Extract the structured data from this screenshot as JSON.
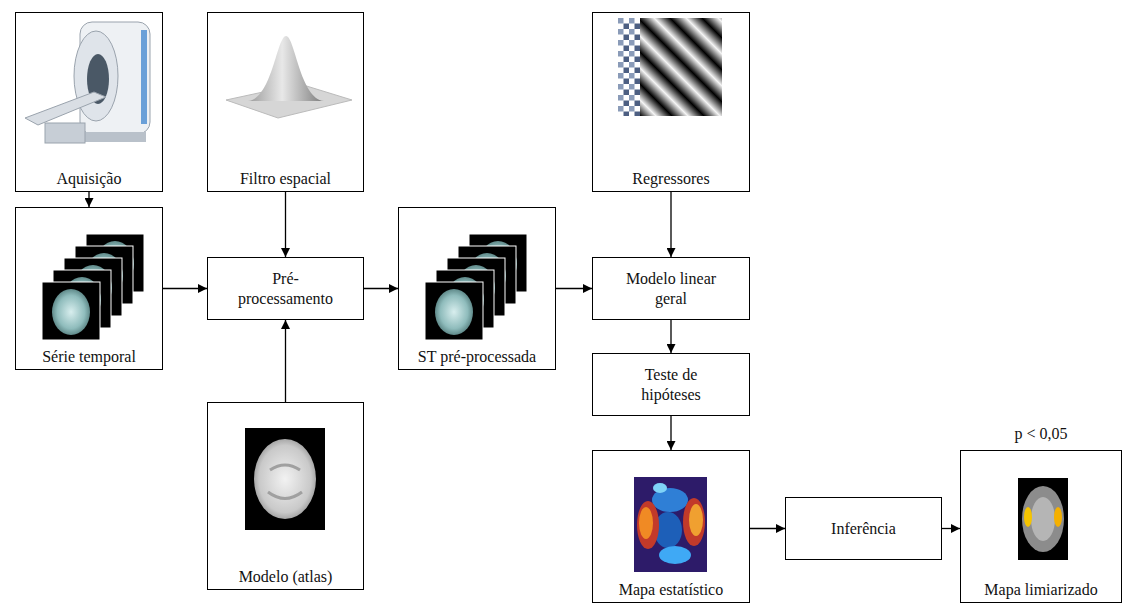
{
  "diagram": {
    "nodes": [
      {
        "text": [
          "Aquisição"
        ]
      },
      {
        "text": [
          "Filtro espacial"
        ]
      },
      {
        "text": [
          "Regressores"
        ]
      },
      {
        "text": [
          "Série temporal"
        ]
      },
      {
        "text": [
          "Pré- processamento"
        ]
      },
      {
        "text": [
          "ST pré-processada"
        ]
      },
      {
        "text": [
          "Modelo linear geral"
        ]
      },
      {
        "text": [
          "Teste de hipóteses"
        ]
      },
      {
        "text": [
          "Modelo (atlas)"
        ]
      },
      {
        "text": [
          "Mapa estatístico"
        ]
      },
      {
        "text": [
          "Inferência"
        ]
      },
      {
        "text": [
          "p < 0,05",
          "Mapa limiarizado"
        ]
      }
    ],
    "edges": [
      {
        "from": 0,
        "to": 3,
        "arrow": "to"
      },
      {
        "from": 3,
        "to": 4,
        "arrow": "to"
      },
      {
        "from": 1,
        "to": 4,
        "arrow": "to"
      },
      {
        "from": 8,
        "to": 4,
        "arrow": "to"
      },
      {
        "from": 4,
        "to": 5,
        "arrow": "to"
      },
      {
        "from": 5,
        "to": 6,
        "arrow": "to"
      },
      {
        "from": 2,
        "to": 6,
        "arrow": "to"
      },
      {
        "from": 6,
        "to": 7,
        "arrow": "to"
      },
      {
        "from": 7,
        "to": 9,
        "arrow": "to"
      },
      {
        "from": 9,
        "to": 10,
        "arrow": "to"
      },
      {
        "from": 10,
        "to": 11,
        "arrow": "to"
      }
    ]
  }
}
